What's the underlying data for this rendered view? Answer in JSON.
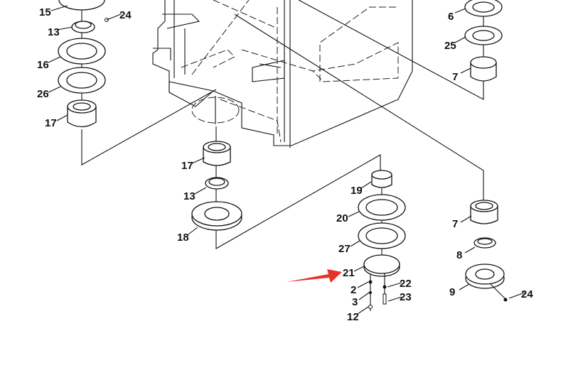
{
  "diagram": {
    "type": "exploded-parts-drawing",
    "callouts": [
      {
        "id": "c15a",
        "text": "15"
      },
      {
        "id": "c24a",
        "text": "24"
      },
      {
        "id": "c13a",
        "text": "13"
      },
      {
        "id": "c16",
        "text": "16"
      },
      {
        "id": "c26",
        "text": "26"
      },
      {
        "id": "c17a",
        "text": "17"
      },
      {
        "id": "c6",
        "text": "6"
      },
      {
        "id": "c25",
        "text": "25"
      },
      {
        "id": "c7a",
        "text": "7"
      },
      {
        "id": "c17b",
        "text": "17"
      },
      {
        "id": "c13b",
        "text": "13"
      },
      {
        "id": "c18",
        "text": "18"
      },
      {
        "id": "c19",
        "text": "19"
      },
      {
        "id": "c20",
        "text": "20"
      },
      {
        "id": "c27",
        "text": "27"
      },
      {
        "id": "c21",
        "text": "21"
      },
      {
        "id": "c2",
        "text": "2"
      },
      {
        "id": "c3",
        "text": "3"
      },
      {
        "id": "c12",
        "text": "12"
      },
      {
        "id": "c22",
        "text": "22"
      },
      {
        "id": "c23",
        "text": "23"
      },
      {
        "id": "c7b",
        "text": "7"
      },
      {
        "id": "c8",
        "text": "8"
      },
      {
        "id": "c9",
        "text": "9"
      },
      {
        "id": "c24b",
        "text": "24"
      }
    ],
    "highlight": {
      "target": "21",
      "color": "#e8332a"
    }
  }
}
